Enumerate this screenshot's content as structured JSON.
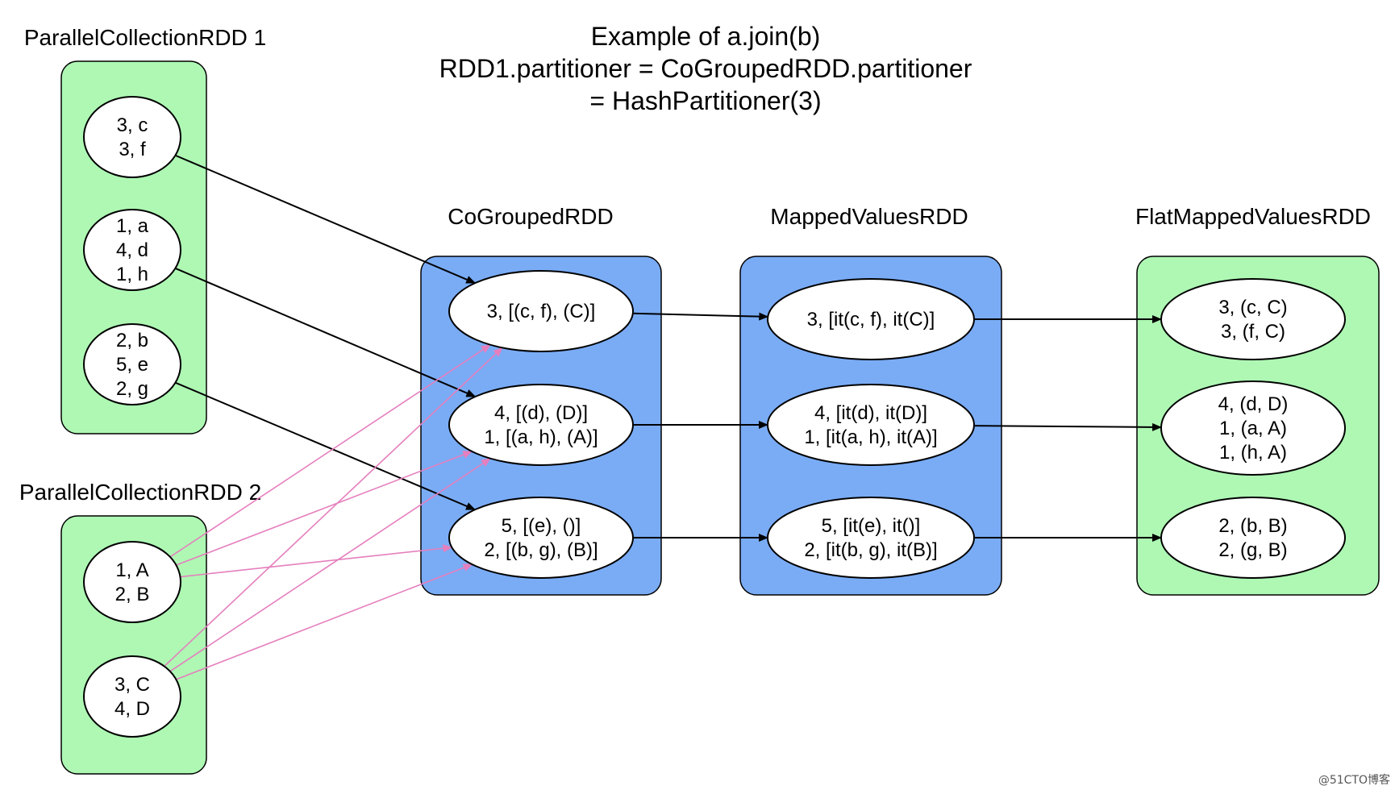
{
  "title_lines": [
    "Example of a.join(b)",
    "RDD1.partitioner = CoGroupedRDD.partitioner",
    "= HashPartitioner(3)"
  ],
  "watermark": "@51CTO博客",
  "colors": {
    "green_fill": "#aef8b4",
    "blue_fill": "#7aacf6",
    "node_fill": "#ffffff",
    "edge_black": "#000000",
    "edge_pink": "#e57fbd"
  },
  "groups": [
    {
      "id": "pc1",
      "label": "ParallelCollectionRDD 1",
      "color": "green",
      "nodes": [
        {
          "id": "pc1_n1",
          "lines": [
            "3, c",
            "3, f"
          ]
        },
        {
          "id": "pc1_n2",
          "lines": [
            "1, a",
            "4, d",
            "1, h"
          ]
        },
        {
          "id": "pc1_n3",
          "lines": [
            "2, b",
            "5, e",
            "2, g"
          ]
        }
      ]
    },
    {
      "id": "pc2",
      "label": "ParallelCollectionRDD 2",
      "color": "green",
      "nodes": [
        {
          "id": "pc2_n1",
          "lines": [
            "1, A",
            "2, B"
          ]
        },
        {
          "id": "pc2_n2",
          "lines": [
            "3, C",
            "4, D"
          ]
        }
      ]
    },
    {
      "id": "cog",
      "label": "CoGroupedRDD",
      "color": "blue",
      "nodes": [
        {
          "id": "cog_n1",
          "lines": [
            "3, [(c, f), (C)]"
          ]
        },
        {
          "id": "cog_n2",
          "lines": [
            "4, [(d), (D)]",
            "1, [(a, h), (A)]"
          ]
        },
        {
          "id": "cog_n3",
          "lines": [
            "5, [(e), ()]",
            "2, [(b, g), (B)]"
          ]
        }
      ]
    },
    {
      "id": "mv",
      "label": "MappedValuesRDD",
      "color": "blue",
      "nodes": [
        {
          "id": "mv_n1",
          "lines": [
            "3, [it(c, f), it(C)]"
          ]
        },
        {
          "id": "mv_n2",
          "lines": [
            "4, [it(d), it(D)]",
            "1, [it(a, h), it(A)]"
          ]
        },
        {
          "id": "mv_n3",
          "lines": [
            "5, [it(e), it()]",
            "2, [it(b, g), it(B)]"
          ]
        }
      ]
    },
    {
      "id": "fmv",
      "label": "FlatMappedValuesRDD",
      "color": "green",
      "nodes": [
        {
          "id": "fmv_n1",
          "lines": [
            "3, (c, C)",
            "3, (f, C)"
          ]
        },
        {
          "id": "fmv_n2",
          "lines": [
            "4, (d, D)",
            "1, (a, A)",
            "1, (h, A)"
          ]
        },
        {
          "id": "fmv_n3",
          "lines": [
            "2, (b, B)",
            "2, (g, B)"
          ]
        }
      ]
    }
  ],
  "edges": [
    {
      "from": "pc1_n1",
      "to": "cog_n1",
      "color": "black"
    },
    {
      "from": "pc1_n2",
      "to": "cog_n2",
      "color": "black"
    },
    {
      "from": "pc1_n3",
      "to": "cog_n3",
      "color": "black"
    },
    {
      "from": "pc2_n1",
      "to": "cog_n1",
      "color": "pink"
    },
    {
      "from": "pc2_n1",
      "to": "cog_n2",
      "color": "pink"
    },
    {
      "from": "pc2_n1",
      "to": "cog_n3",
      "color": "pink"
    },
    {
      "from": "pc2_n2",
      "to": "cog_n1",
      "color": "pink"
    },
    {
      "from": "pc2_n2",
      "to": "cog_n2",
      "color": "pink"
    },
    {
      "from": "pc2_n2",
      "to": "cog_n3",
      "color": "pink"
    },
    {
      "from": "cog_n1",
      "to": "mv_n1",
      "color": "black"
    },
    {
      "from": "cog_n2",
      "to": "mv_n2",
      "color": "black"
    },
    {
      "from": "cog_n3",
      "to": "mv_n3",
      "color": "black"
    },
    {
      "from": "mv_n1",
      "to": "fmv_n1",
      "color": "black"
    },
    {
      "from": "mv_n2",
      "to": "fmv_n2",
      "color": "black"
    },
    {
      "from": "mv_n3",
      "to": "fmv_n3",
      "color": "black"
    }
  ]
}
